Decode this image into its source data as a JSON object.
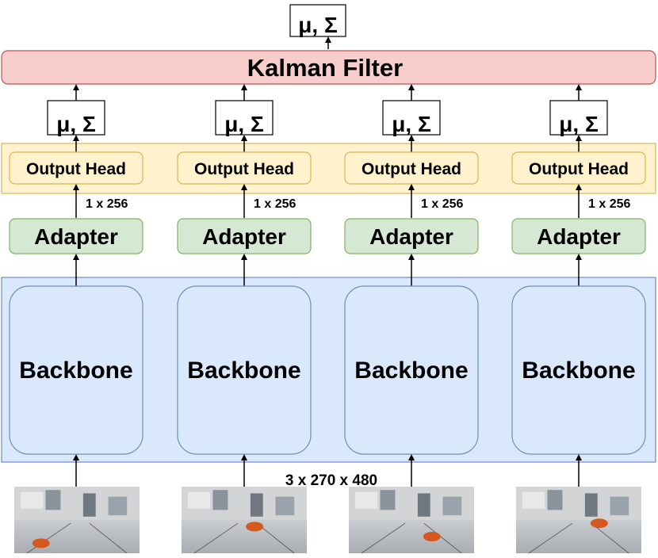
{
  "top_output": {
    "label": "μ, Σ"
  },
  "kalman_filter": {
    "label": "Kalman Filter"
  },
  "columns": [
    {
      "mu_sigma": "μ, Σ",
      "output_head": "Output Head",
      "dim": "1 x 256",
      "adapter": "Adapter",
      "backbone": "Backbone"
    },
    {
      "mu_sigma": "μ, Σ",
      "output_head": "Output Head",
      "dim": "1 x 256",
      "adapter": "Adapter",
      "backbone": "Backbone"
    },
    {
      "mu_sigma": "μ, Σ",
      "output_head": "Output Head",
      "dim": "1 x 256",
      "adapter": "Adapter",
      "backbone": "Backbone"
    },
    {
      "mu_sigma": "μ, Σ",
      "output_head": "Output Head",
      "dim": "1 x 256",
      "adapter": "Adapter",
      "backbone": "Backbone"
    }
  ],
  "input_dim": {
    "label": "3 x 270 x 480"
  },
  "colors": {
    "kalman_fill": "#f8cecc",
    "kalman_stroke": "#b85450",
    "head_band_fill": "#fff2cc",
    "head_band_stroke": "#d6b656",
    "adapter_fill": "#d5e8d4",
    "adapter_stroke": "#82b366",
    "backbone_fill": "#dae8fc",
    "backbone_stroke": "#6c8ebf"
  }
}
